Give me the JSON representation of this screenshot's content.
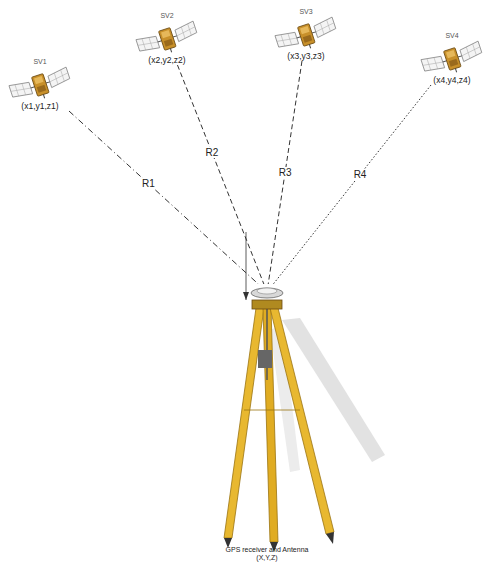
{
  "diagram": {
    "nodes": [
      {
        "text": [
          "SV1",
          "(x1,y1,z1)"
        ]
      },
      {
        "text": [
          "SV2",
          "(x2,y2,z2)"
        ]
      },
      {
        "text": [
          "SV3",
          "(x3,y3,z3)"
        ]
      },
      {
        "text": [
          "SV4",
          "(x4,y4,z4)"
        ]
      },
      {
        "text": [
          "GPS receiver and Antenna",
          "(X,Y,Z)"
        ]
      }
    ],
    "edges": [
      {
        "from": 0,
        "to": 4,
        "label": "R1",
        "arrow": "none"
      },
      {
        "from": 1,
        "to": 4,
        "label": "R2",
        "arrow": "none"
      },
      {
        "from": 2,
        "to": 4,
        "label": "R3",
        "arrow": "none"
      },
      {
        "from": 3,
        "to": 4,
        "label": "R4",
        "arrow": "none"
      }
    ]
  }
}
